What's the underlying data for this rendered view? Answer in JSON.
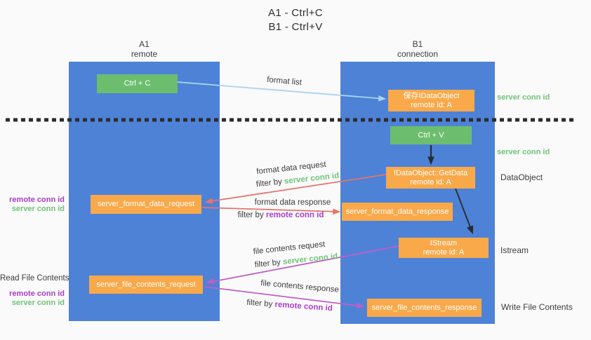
{
  "title": {
    "line1": "A1 - Ctrl+C",
    "line2": "B1 - Ctrl+V"
  },
  "lanes": {
    "left": {
      "name": "A1",
      "role": "remote"
    },
    "right": {
      "name": "B1",
      "role": "connection"
    }
  },
  "boxes": {
    "ctrl_c": "Ctrl + C",
    "ctrl_v": "Ctrl + V",
    "save_dataobject": {
      "line1": "保存IDataObject",
      "line2": "remote id: A"
    },
    "getdata": {
      "line1": "IDataObject::GetData",
      "line2": "remote id: A"
    },
    "istream": {
      "line1": "IStream",
      "line2": "remote id: A"
    },
    "server_format_data_request": "server_format_data_request",
    "server_format_data_response": "server_format_data_response",
    "server_file_contents_request": "server_file_contents_request",
    "server_file_contents_response": "server_file_contents_response"
  },
  "edge_labels": {
    "format_list": "format list",
    "format_data_request": "format data request",
    "format_data_response": "format data response",
    "file_contents_request": "file contents request",
    "file_contents_response": "file contents response",
    "filter_by": "filter by"
  },
  "terms": {
    "server_conn_id": "server conn id",
    "remote_conn_id": "remote conn id"
  },
  "annotations": {
    "dataobject": "DataObject",
    "istream": "Istream",
    "read_file_contents": "Read File Contents",
    "write_file_contents": "Write File Contents"
  },
  "colors": {
    "lane_blue": "#4d82d7",
    "box_green": "#6cbe6e",
    "box_orange": "#f9a94a",
    "text_green": "#6ec478",
    "text_purple": "#aa3cc8",
    "arrow_red": "#e8736c",
    "arrow_magenta": "#c05fc5",
    "arrow_lightblue": "#a9d3ee",
    "arrow_black": "#2b2b2b"
  }
}
